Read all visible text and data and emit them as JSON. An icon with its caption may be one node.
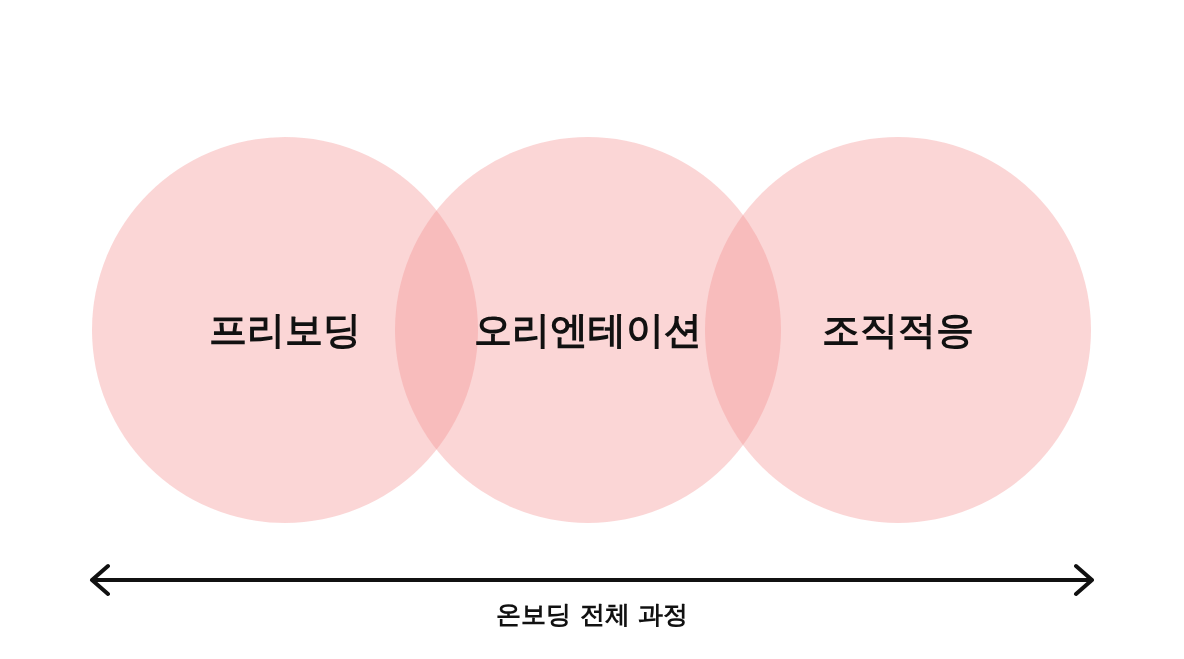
{
  "diagram": {
    "nodes": [
      {
        "text": [
          "프리보딩"
        ]
      },
      {
        "text": [
          "오리엔테이션"
        ]
      },
      {
        "text": [
          "조직적응"
        ]
      }
    ],
    "labels": [
      "온보딩 전체 과정"
    ]
  }
}
